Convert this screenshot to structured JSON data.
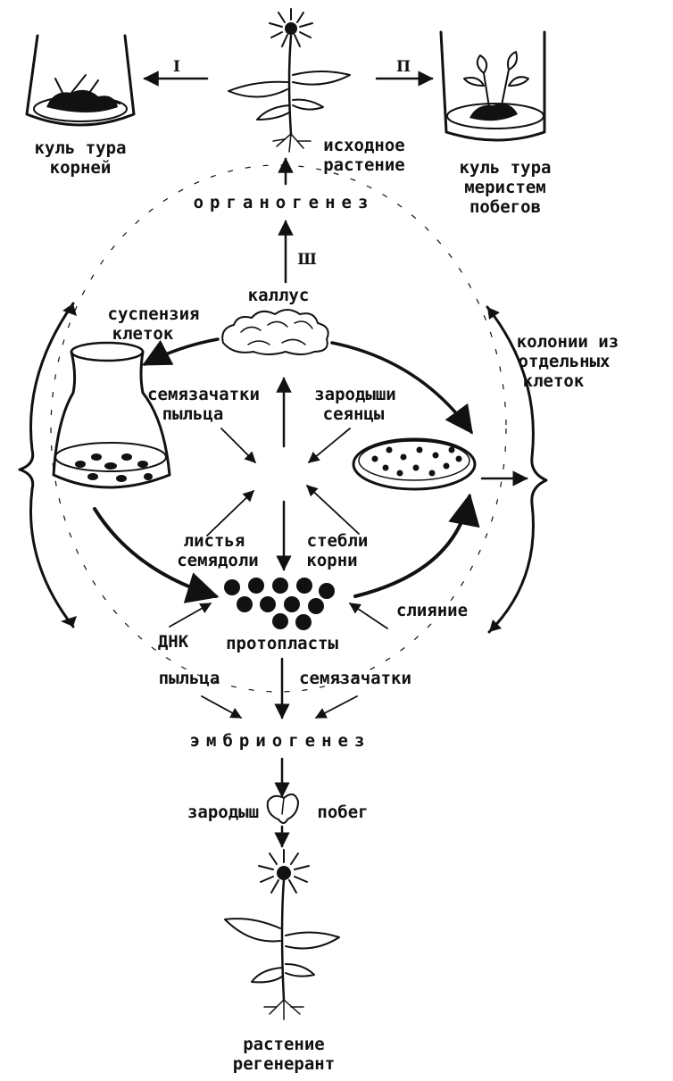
{
  "diagram": {
    "top": {
      "roman_i": "I",
      "roman_ii": "П",
      "roman_iii": "Ш",
      "root_culture": [
        "куль тура",
        "корней"
      ],
      "source_plant": [
        "исходное",
        "растение"
      ],
      "meristem_culture": [
        "куль тура",
        "меристем",
        "побегов"
      ],
      "organogenesis": "органогенез"
    },
    "middle": {
      "callus": "каллус",
      "cell_suspension": [
        "суспензия",
        "клеток"
      ],
      "single_cell_colonies": [
        "колонии из",
        "отдельных",
        "клеток"
      ],
      "ovules_pollen": [
        "семязачатки",
        "пыльца"
      ],
      "embryos_seedlings": [
        "зародыши",
        "сеянцы"
      ],
      "leaves_cotyledons": [
        "листья",
        "семядоли"
      ],
      "stems_roots": [
        "стебли",
        "корни"
      ],
      "dna": "ДНК",
      "protoplasts": "протопласты",
      "fusion": "слияние"
    },
    "bottom": {
      "pollen": "пыльца",
      "ovules": "семязачатки",
      "embryogenesis": "эмбриогенез",
      "embryo": "зародыш",
      "shoot": "побег",
      "regenerant_plant": [
        "растение",
        "регенерант"
      ]
    }
  }
}
